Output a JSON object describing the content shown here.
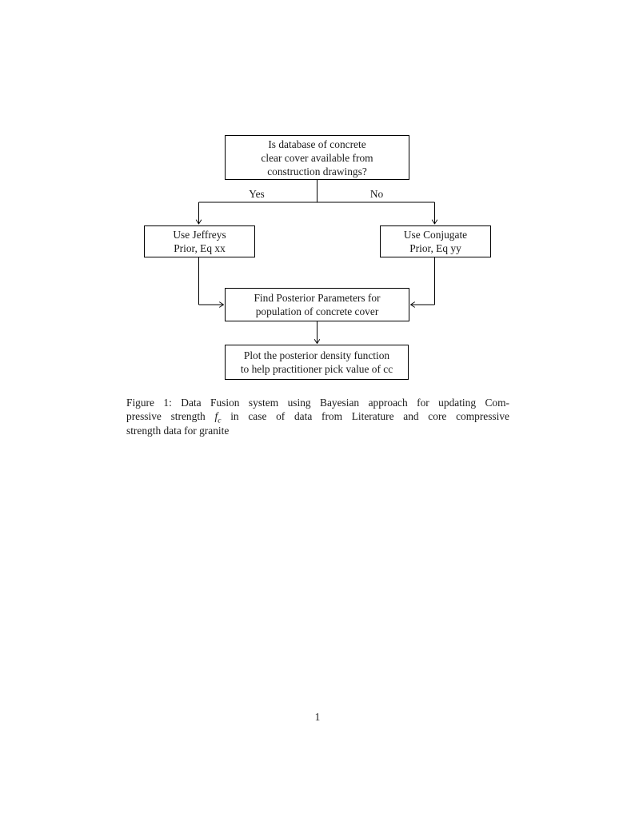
{
  "page": {
    "number": "1",
    "background": "#ffffff",
    "line_color": "#000000",
    "text_color": "#1a1a1a"
  },
  "flowchart": {
    "nodes": {
      "question": {
        "lines": [
          "Is database of concrete",
          "clear cover available from",
          "construction drawings?"
        ]
      },
      "jeffreys": {
        "lines": [
          "Use Jeffreys",
          "Prior, Eq xx"
        ]
      },
      "conjugate": {
        "lines": [
          "Use Conjugate",
          "Prior, Eq yy"
        ]
      },
      "posterior": {
        "lines": [
          "Find Posterior Parameters for",
          "population of concrete cover"
        ]
      },
      "plot": {
        "lines": [
          "Plot the posterior density function",
          "to help practitioner pick value of cc"
        ]
      }
    },
    "edge_labels": {
      "yes": "Yes",
      "no": "No"
    }
  },
  "caption": {
    "line1": "Figure 1: Data Fusion system using Bayesian approach for updating Com-",
    "line2_pre": "pressive strength ",
    "math_base": "f",
    "math_sub": "c",
    "line2_post": " in case of data from Literature and core compressive",
    "line3": "strength data for granite"
  }
}
